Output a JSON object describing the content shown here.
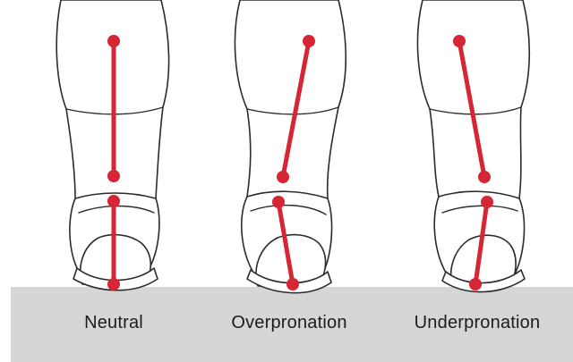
{
  "captions": [
    "Neutral",
    "Overpronation",
    "Underpronation"
  ],
  "colors": {
    "line": "#d62534",
    "ground": "#d6d6d6",
    "outline": "#2b2b2b"
  }
}
